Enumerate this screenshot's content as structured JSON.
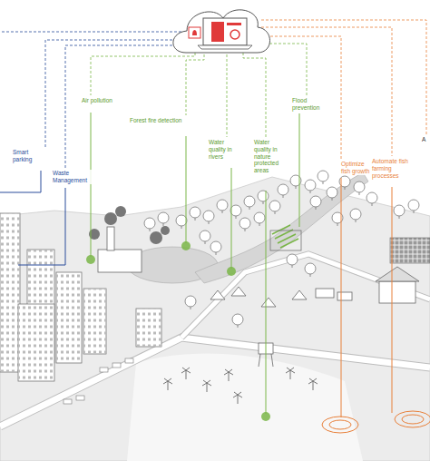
{
  "diagram": {
    "labels": [
      "Smart parking",
      "Waste Management",
      "Air pollution",
      "Forest fire detection",
      "Water quality in rivers",
      "Water quality in nature protected areas",
      "Flood prevention",
      "Optimize fish growth",
      "Automate fish farming processes",
      "A"
    ]
  }
}
